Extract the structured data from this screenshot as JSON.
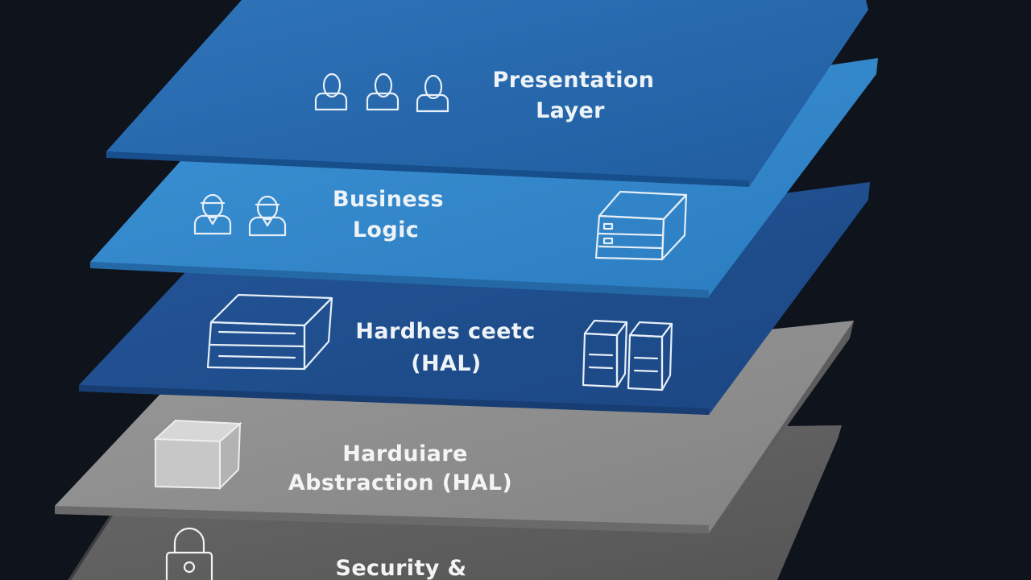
{
  "layers": [
    {
      "id": "presentation",
      "line1": "Presentation",
      "line2": "Layer",
      "color": "#2565a8"
    },
    {
      "id": "business",
      "line1": "Business",
      "line2": "Logic",
      "color": "#3488cc"
    },
    {
      "id": "hardware-logic",
      "line1": "Hardhes ceetc",
      "line2": "(HAL)",
      "color": "#1f4f8a"
    },
    {
      "id": "hal",
      "line1": "Harduiare",
      "line2": "Abstraction (HAL)",
      "color": "#8a8a8a"
    },
    {
      "id": "security",
      "line1": "Security &",
      "line2": "",
      "color": "#5c5c5c"
    }
  ],
  "icons": {
    "presentation": "user-icon",
    "business": "support-agent-icon",
    "business_right": "server-box-icon",
    "hardware_left": "server-rack-icon",
    "hardware_right": "tower-server-icon",
    "hal": "cube-icon",
    "security": "padlock-icon"
  }
}
